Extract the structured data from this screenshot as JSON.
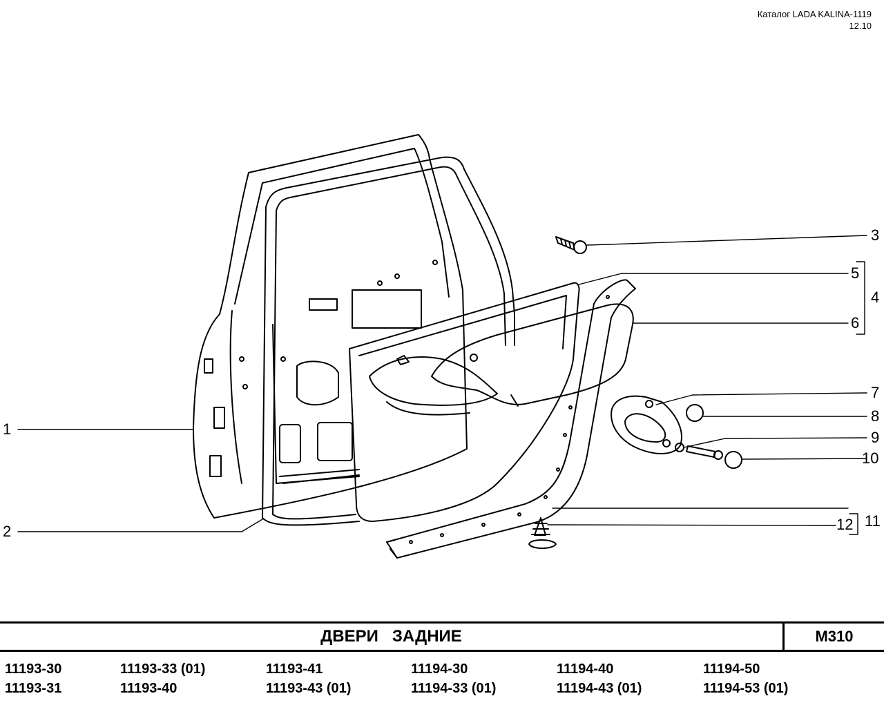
{
  "header": {
    "catalog": "Каталог LADA KALINA-1119",
    "date": "12.10"
  },
  "callouts": [
    "1",
    "2",
    "3",
    "4",
    "5",
    "6",
    "7",
    "8",
    "9",
    "10",
    "11",
    "12"
  ],
  "title": "ДВЕРИ   ЗАДНИЕ",
  "section_code": "M310",
  "models": {
    "col1": [
      "11193-30",
      "11193-31"
    ],
    "col2": [
      "11193-33 (01)",
      "11193-40"
    ],
    "col3": [
      "11193-41",
      "11193-43 (01)"
    ],
    "col4": [
      "11194-30",
      "11194-33 (01)"
    ],
    "col5": [
      "11194-40",
      "11194-43 (01)"
    ],
    "col6": [
      "11194-50",
      "11194-53 (01)"
    ]
  }
}
